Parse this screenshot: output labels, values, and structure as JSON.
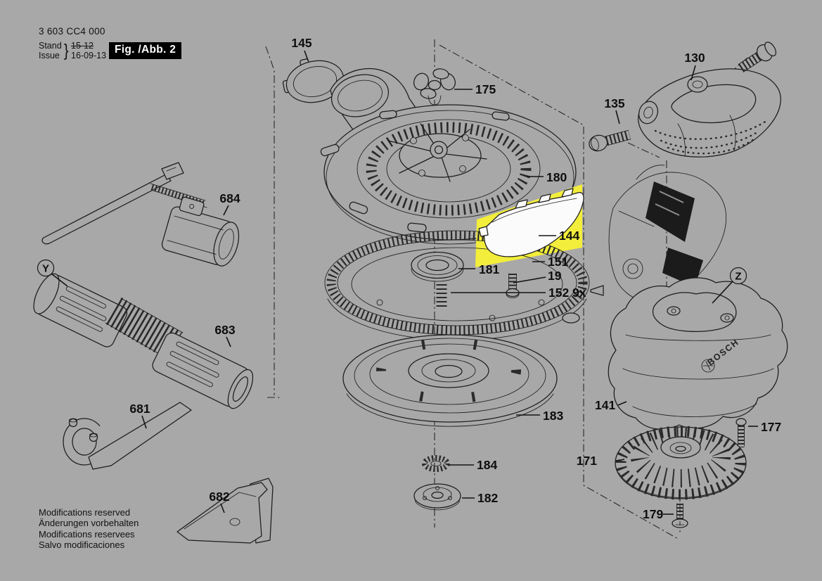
{
  "doc": {
    "part_number": "3 603 CC4 000",
    "stand_label": "Stand",
    "issue_label": "Issue",
    "brace": "}",
    "stand_value": "15-12",
    "issue_value": "16-09-13",
    "figure_label": "Fig. /Abb. 2"
  },
  "footer": {
    "line1": "Modifications reserved",
    "line2": "Änderungen vorbehalten",
    "line3": "Modifications reservees",
    "line4": "Salvo modificaciones"
  },
  "brand": "BOSCH",
  "colors": {
    "background": "#a8a8a8",
    "highlight": "#f2ee3b",
    "ink": "#1c1c1c",
    "selected_part_fill": "#fbfbfb"
  },
  "markers": {
    "y": "Y",
    "z": "Z"
  },
  "callouts": {
    "c145": "145",
    "c175": "175",
    "c130": "130",
    "c135": "135",
    "c684": "684",
    "c180": "180",
    "c144": "144",
    "c181": "181",
    "c151": "151",
    "c19": "19",
    "c152": "152 9x",
    "c683": "683",
    "c681": "681",
    "c682": "682",
    "c183": "183",
    "c184": "184",
    "c182": "182",
    "c141": "141",
    "c177": "177",
    "c171": "171",
    "c179": "179"
  }
}
